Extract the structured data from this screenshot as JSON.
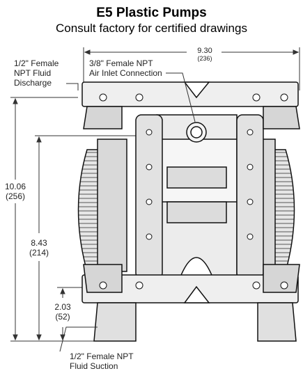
{
  "header": {
    "title": "E5 Plastic Pumps",
    "subtitle": "Consult factory for certified drawings"
  },
  "callouts": {
    "discharge": [
      "1/2\" Female",
      "NPT Fluid",
      "Discharge"
    ],
    "air_inlet": [
      "3/8\" Female NPT",
      "Air Inlet Connection"
    ],
    "suction": [
      "1/2\" Female NPT",
      "Fluid Suction"
    ]
  },
  "dimensions": {
    "width": {
      "in": "9.30",
      "mm": "(236)"
    },
    "overall_height": {
      "in": "10.06",
      "mm": "(256)"
    },
    "discharge_height": {
      "in": "8.43",
      "mm": "(214)"
    },
    "suction_height": {
      "in": "2.03",
      "mm": "(52)"
    }
  }
}
